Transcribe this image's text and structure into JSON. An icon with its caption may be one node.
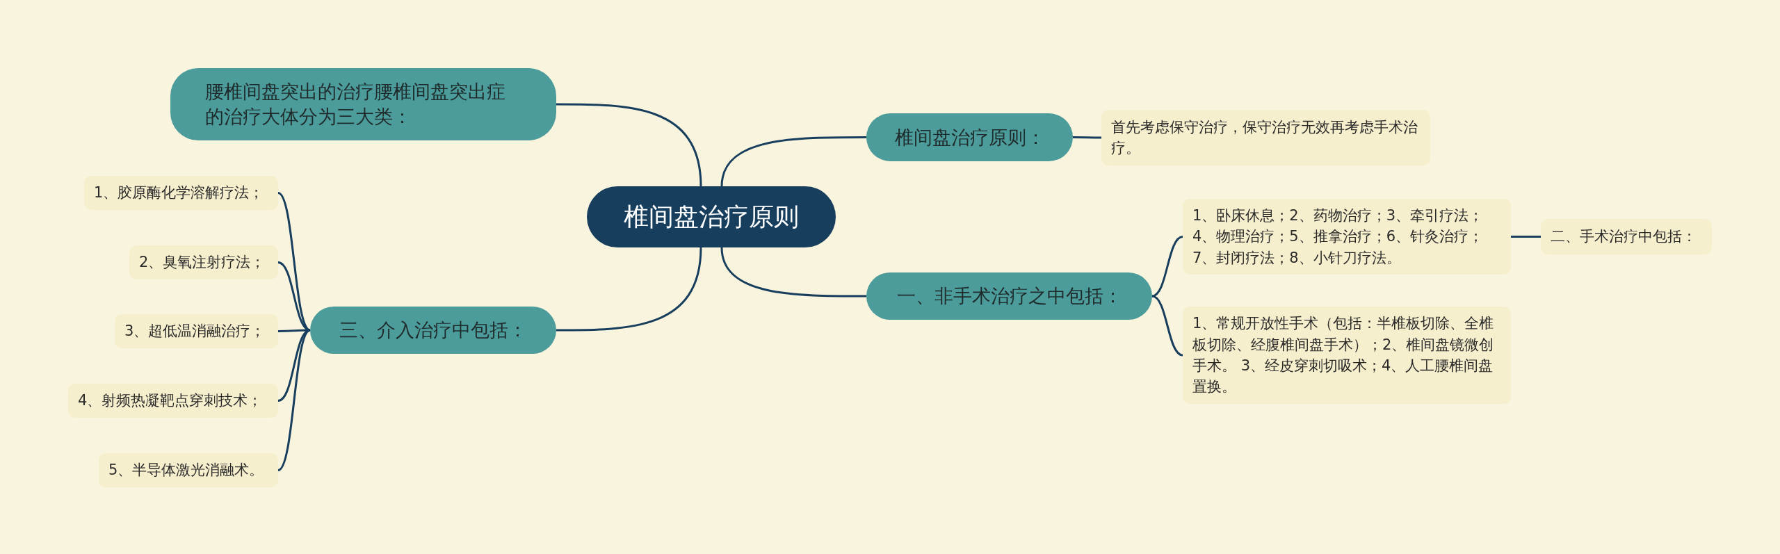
{
  "diagram": {
    "nodes": [
      {
        "text": [
          "椎间盘治疗原则"
        ]
      },
      {
        "text": [
          "腰椎间盘突出的治疗腰椎间盘突出症的治疗大体分为三大类："
        ]
      },
      {
        "text": [
          "三、介入治疗中包括："
        ]
      },
      {
        "text": [
          "1、胶原酶化学溶解疗法；"
        ]
      },
      {
        "text": [
          "2、臭氧注射疗法；"
        ]
      },
      {
        "text": [
          "3、超低温消融治疗；"
        ]
      },
      {
        "text": [
          "4、射频热凝靶点穿刺技术；"
        ]
      },
      {
        "text": [
          "5、半导体激光消融术。"
        ]
      },
      {
        "text": [
          "椎间盘治疗原则："
        ]
      },
      {
        "text": [
          "首先考虑保守治疗，保守治疗无效再考虑手术治疗。"
        ]
      },
      {
        "text": [
          "一、非手术治疗之中包括："
        ]
      },
      {
        "text": [
          "1、卧床休息；2、药物治疗；3、牵引疗法；4、物理治疗；5、推拿治疗；6、针灸治疗；7、封闭疗法；8、小针刀疗法。"
        ]
      },
      {
        "text": [
          "1、常规开放性手术（包括：半椎板切除、全椎板切除、经腹椎间盘手术）；2、椎间盘镜微创手术。 3、经皮穿刺切吸术；4、人工腰椎间盘置换。"
        ]
      },
      {
        "text": [
          "二、手术治疗中包括："
        ]
      }
    ],
    "edges": [
      {
        "from": 0,
        "to": 1,
        "arrow": "none"
      },
      {
        "from": 0,
        "to": 2,
        "arrow": "none"
      },
      {
        "from": 2,
        "to": 3,
        "arrow": "none"
      },
      {
        "from": 2,
        "to": 4,
        "arrow": "none"
      },
      {
        "from": 2,
        "to": 5,
        "arrow": "none"
      },
      {
        "from": 2,
        "to": 6,
        "arrow": "none"
      },
      {
        "from": 2,
        "to": 7,
        "arrow": "none"
      },
      {
        "from": 0,
        "to": 8,
        "arrow": "none"
      },
      {
        "from": 8,
        "to": 9,
        "arrow": "none"
      },
      {
        "from": 0,
        "to": 10,
        "arrow": "none"
      },
      {
        "from": 10,
        "to": 11,
        "arrow": "none"
      },
      {
        "from": 10,
        "to": 12,
        "arrow": "none"
      },
      {
        "from": 11,
        "to": 13,
        "arrow": "none"
      }
    ]
  }
}
